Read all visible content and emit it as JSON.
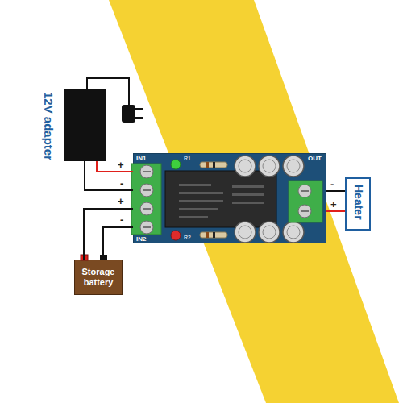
{
  "diagram": {
    "nodes": [
      {
        "text": [
          "12V adapter"
        ]
      },
      {
        "text": [
          "IN1",
          "R1",
          "OUT",
          "IN2",
          "R2"
        ]
      },
      {
        "text": [
          "Heater"
        ]
      },
      {
        "text": [
          "Storage battery"
        ]
      }
    ],
    "edges": [
      {
        "from": 0,
        "to": 1,
        "arrow": "none"
      },
      {
        "from": 0,
        "to": 1,
        "arrow": "none"
      },
      {
        "from": 3,
        "to": 1,
        "arrow": "none"
      },
      {
        "from": 3,
        "to": 1,
        "arrow": "none"
      },
      {
        "from": 1,
        "to": 2,
        "arrow": "none"
      },
      {
        "from": 1,
        "to": 2,
        "arrow": "none"
      }
    ],
    "labels": [
      "+",
      "-",
      "+",
      "-",
      "-",
      "+"
    ]
  }
}
